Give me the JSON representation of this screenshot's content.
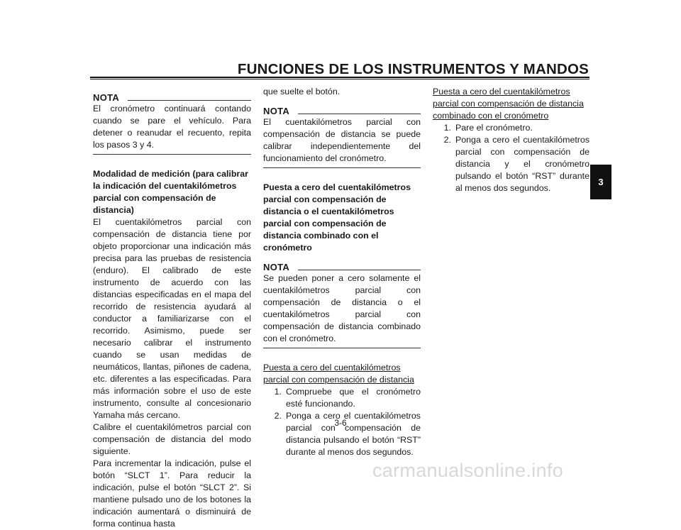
{
  "header": {
    "title": "FUNCIONES DE LOS INSTRUMENTOS Y MANDOS"
  },
  "chapter_tab": "3",
  "page_number": "3-6",
  "watermark": "carmanualsonline.info",
  "col1": {
    "nota_label": "NOTA",
    "nota_text": "El cronómetro continuará contando cuando se pare el vehículo. Para detener o reanudar el recuento, repita los pasos 3 y 4.",
    "heading": "Modalidad de medición (para calibrar la indicación del cuentakilómetros parcial con compensación de distancia)",
    "para1": "El cuentakilómetros parcial con compensación de distancia tiene por objeto proporcionar una indicación más precisa para las pruebas de resistencia (enduro). El calibrado de este instrumento de acuerdo con las distancias especificadas en el mapa del recorrido de resistencia ayudará al conductor a familiarizarse con el recorrido. Asimismo, puede ser necesario calibrar el instrumento cuando se usan medidas de neumáticos, llantas, piñones de cadena, etc. diferentes a las especificadas. Para más información sobre el uso de este instrumento, consulte al concesionario Yamaha más cercano.",
    "para2": "Calibre el cuentakilómetros parcial con compensación de distancia del modo siguiente.",
    "para3": "Para incrementar la indicación, pulse el botón “SLCT 1”. Para reducir la indicación, pulse el botón “SLCT 2”. Si mantiene pulsado uno de los botones la indicación aumentará o disminuirá de forma continua hasta"
  },
  "col2": {
    "cont": "que suelte el botón.",
    "nota1_label": "NOTA",
    "nota1_text": "El cuentakilómetros parcial con compensación de distancia se puede calibrar independientemente del funcionamiento del cronómetro.",
    "heading": "Puesta a cero del cuentakilómetros parcial con compensación de distancia o el cuentakilómetros parcial con compensación de distancia combinado con el cronómetro",
    "nota2_label": "NOTA",
    "nota2_text": "Se pueden poner a cero solamente el cuentakilómetros parcial con compensación de distancia o el cuentakilómetros parcial con compensación de distancia combinado con el cronómetro.",
    "subheading": "Puesta a cero del cuentakilómetros parcial con compensación de distancia",
    "steps": [
      {
        "num": "1.",
        "text": "Compruebe que el cronómetro esté funcionando."
      },
      {
        "num": "2.",
        "text": "Ponga a cero el cuentakilómetros parcial con compensación de distancia pulsando el botón “RST” durante al menos dos segundos."
      }
    ]
  },
  "col3": {
    "subheading": "Puesta a cero del cuentakilómetros parcial con compensación de distancia combinado con el cronómetro",
    "steps": [
      {
        "num": "1.",
        "text": "Pare el cronómetro."
      },
      {
        "num": "2.",
        "text": "Ponga a cero el cuentakilómetros parcial con compensación de distancia y el cronómetro pulsando el botón “RST” durante al menos dos segundos."
      }
    ]
  }
}
